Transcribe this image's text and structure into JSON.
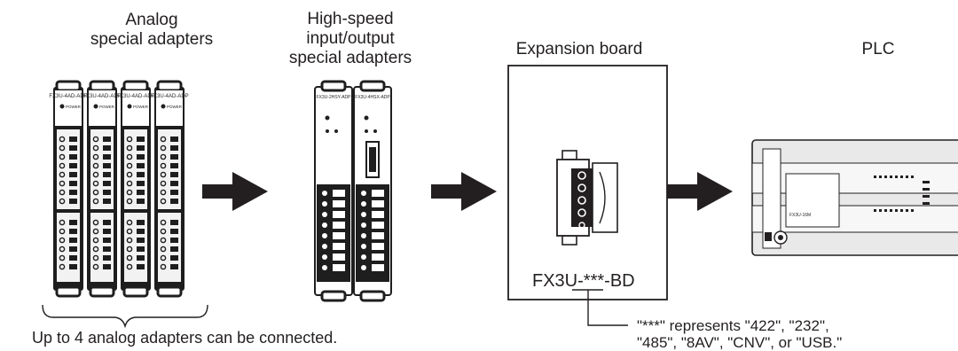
{
  "labels": {
    "analog_line1": "Analog",
    "analog_line2": "special adapters",
    "hs_line1": "High-speed",
    "hs_line2": "input/output",
    "hs_line3": "special adapters",
    "expansion": "Expansion board",
    "plc": "PLC"
  },
  "board_model": {
    "prefix": "FX3U-",
    "stars": "***",
    "suffix": "-BD"
  },
  "notes": {
    "analog_limit": "Up to 4 analog adapters can be connected.",
    "represents_line1": "\"***\" represents \"422\", \"232\",",
    "represents_line2": "\"485\", \"8AV\", \"CNV\", or \"USB.\""
  },
  "module_text": {
    "analog_adapter": [
      "FX3U-4AD-ADP",
      "FX3U-4AD-ADP",
      "FX3U-4AD-ADP",
      "FX3U-4AD-ADP"
    ],
    "analog_power": "POWER",
    "hs_adapter": [
      "FX3U-2HSY-ADP",
      "FX3U-4HSX-ADP"
    ],
    "plc_model": "FX3U-16M"
  },
  "colors": {
    "ink": "#231f20",
    "module_dark": "#1e1e1e",
    "module_light": "#f2f2f2",
    "plc_body": "#e9e9e9"
  }
}
